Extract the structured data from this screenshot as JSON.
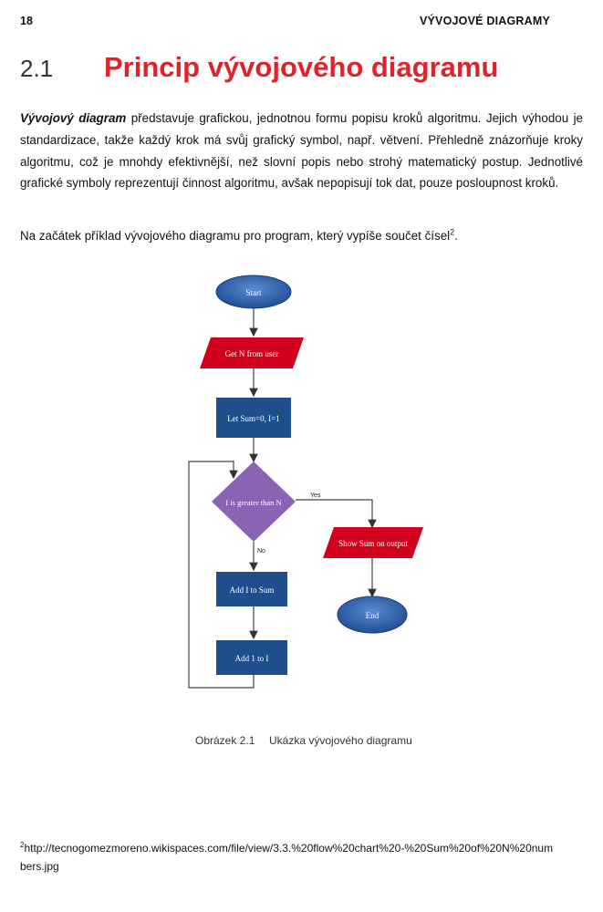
{
  "header": {
    "page_number": "18",
    "running_title": "VÝVOJOVÉ DIAGRAMY"
  },
  "section": {
    "number": "2.1",
    "title": "Princip vývojového diagramu"
  },
  "paragraph1": {
    "term": "Vývojový diagram",
    "text": " představuje grafickou, jednotnou formu popisu kroků algoritmu. Jejich výhodou je standardizace, takže každý krok má svůj grafický symbol, např. větvení. Přehledně znázorňuje kroky algoritmu, což je mnohdy efektivnější, než slovní popis nebo strohý matematický postup. Jednotlivé grafické symboly reprezentují činnost algoritmu, avšak nepopisují tok dat, pouze posloupnost kroků."
  },
  "paragraph2": {
    "text": "Na začátek příklad vývojového diagramu pro program, který vypíše součet čísel",
    "footnote_ref": "2",
    "end": "."
  },
  "flowchart": {
    "start": "Start",
    "input": "Get N from user",
    "init": "Let Sum=0, I=1",
    "decision": "I is greater than N",
    "yes": "Yes",
    "no": "No",
    "output": "Show Sum on output",
    "end": "End",
    "add_sum": "Add I to Sum",
    "increment": "Add 1 to I",
    "colors": {
      "terminal": "#2f5ea5",
      "io": "#d1001c",
      "process": "#1f4e8c",
      "decision": "#8a63b3"
    }
  },
  "caption": {
    "label": "Obrázek 2.1",
    "text": "Ukázka vývojového diagramu"
  },
  "footnote": {
    "number": "2",
    "text": "http://tecnogomezmoreno.wikispaces.com/file/view/3.3.%20flow%20chart%20-%20Sum%20of%20N%20numbers.jpg"
  }
}
